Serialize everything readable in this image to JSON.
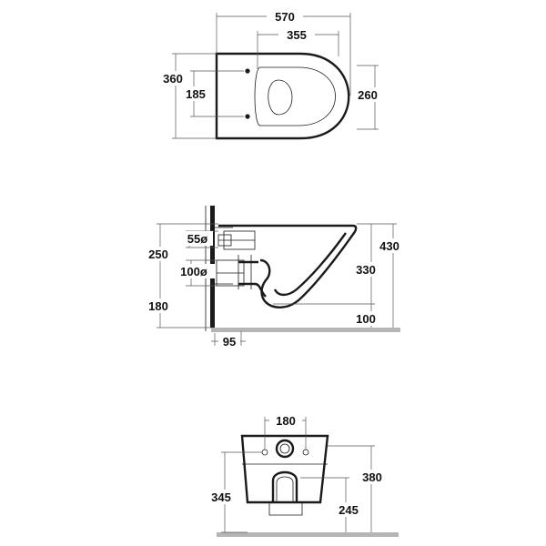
{
  "top_view": {
    "length": "570",
    "bolt_span": "355",
    "bolt_spacing": "185",
    "outer_width": "360",
    "inner_width": "260"
  },
  "side_view": {
    "inlet_diameter": "55ø",
    "outlet_diameter": "100ø",
    "inlet_height": "250",
    "outlet_height": "180",
    "total_height": "430",
    "rim_height": "330",
    "wall_offset": "95",
    "floor_gap": "100"
  },
  "front_view": {
    "hole_spacing": "180",
    "base_height": "345",
    "total_height": "380",
    "outlet_height": "245"
  }
}
